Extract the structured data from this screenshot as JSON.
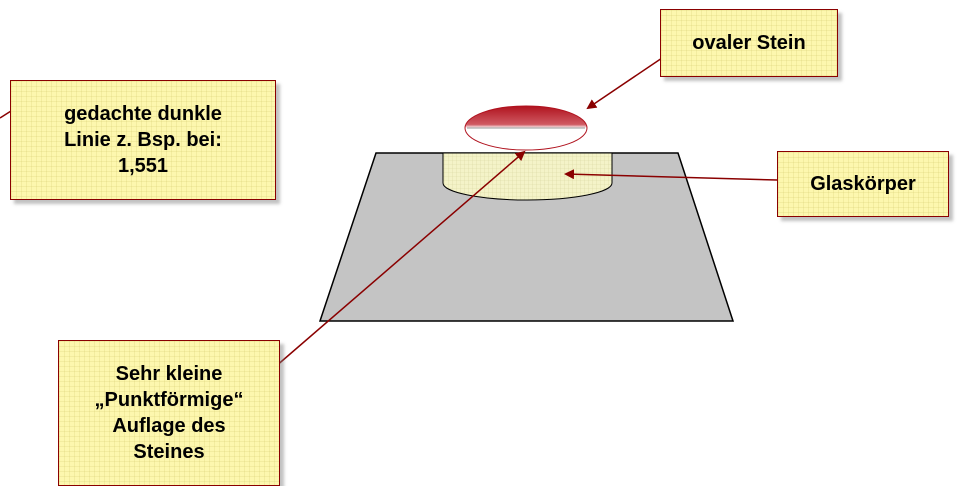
{
  "callouts": {
    "oval_stone": "ovaler Stein",
    "glass_body": "Glaskörper",
    "dark_line": "gedachte dunkle Linie z.  Bsp. bei: 1,551",
    "point_contact": "Sehr kleine „Punktförmige“ Auflage des Steines"
  },
  "colors": {
    "callout_fill": "#fdf7ae",
    "callout_border": "#8a0000",
    "arrow": "#8a0000",
    "refractometer_body": "#c4c4c4",
    "glass_fill": "#f3f2c4",
    "stone_dark": "#b0121e"
  }
}
